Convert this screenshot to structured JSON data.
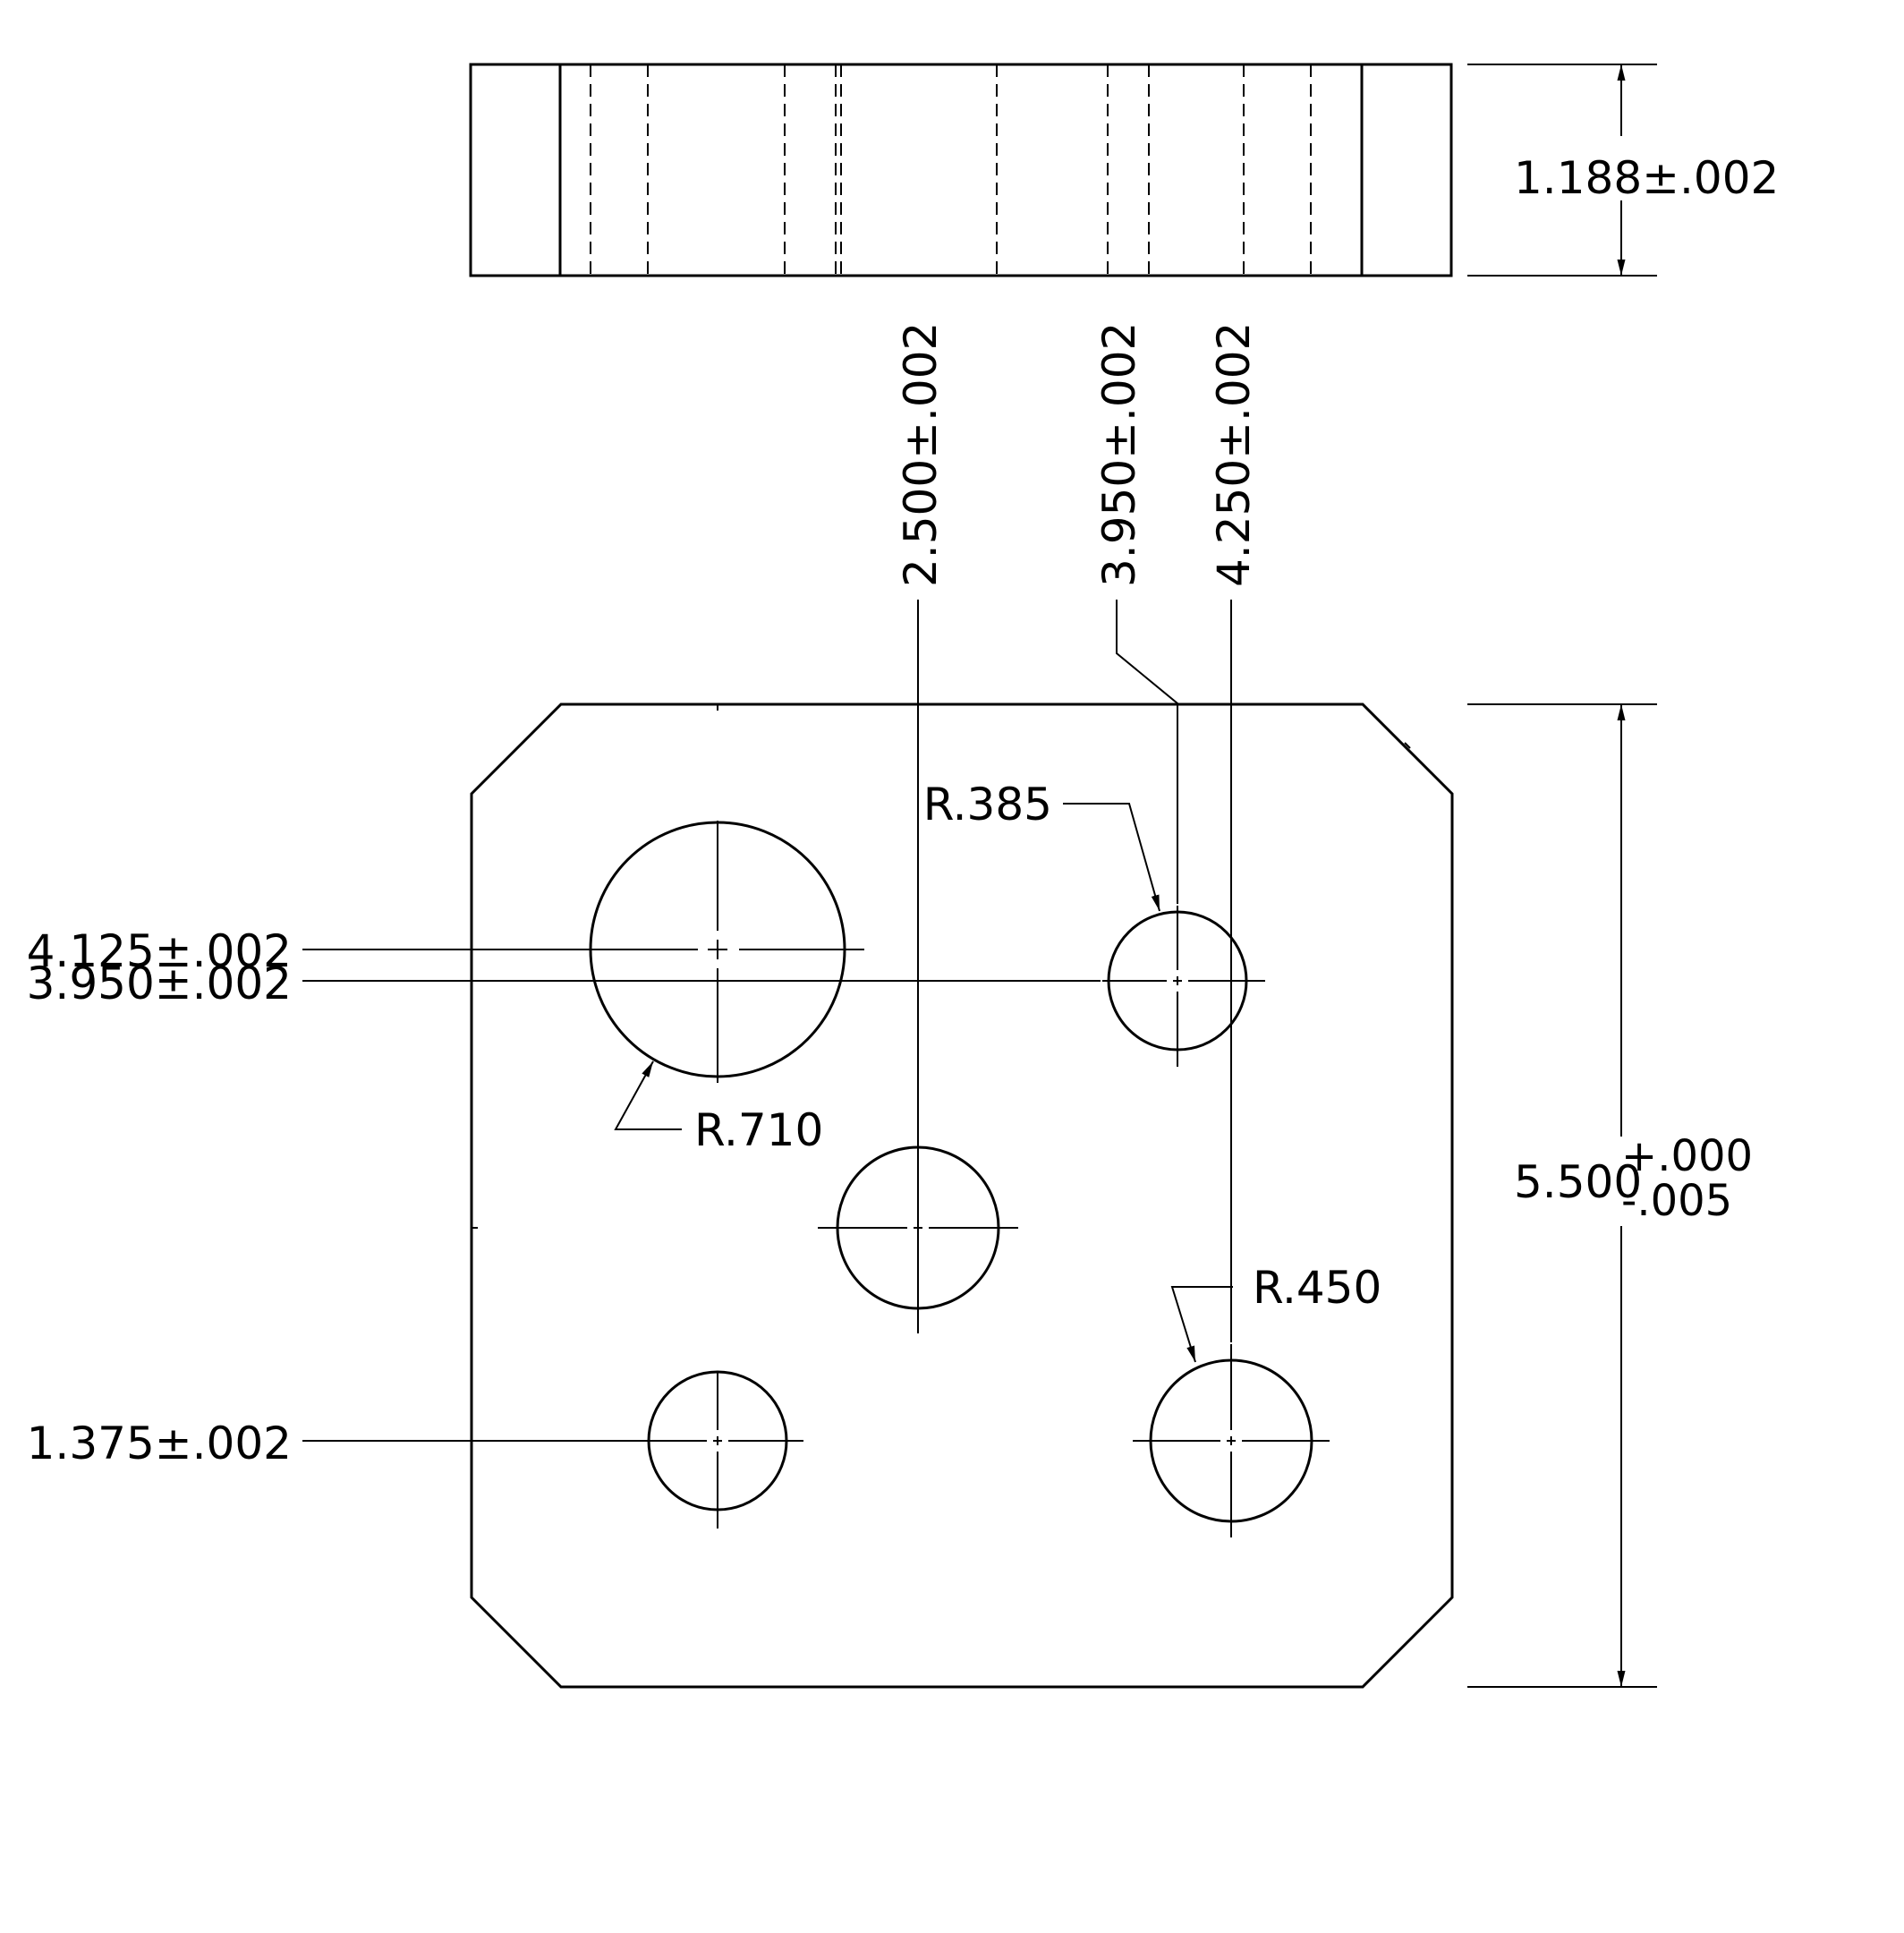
{
  "drawing": {
    "stroke_color": "#000000",
    "background_color": "#ffffff",
    "side_view": {
      "thickness_label": "1.188±.002"
    },
    "top_view": {
      "hole_positions_x": [
        "2.500±.002",
        "3.950±.002",
        "4.250±.002"
      ],
      "hole_positions_y": [
        "4.125±.002",
        "3.950±.002",
        "1.375±.002"
      ],
      "radii": [
        "R.385",
        "R.710",
        "R.450"
      ],
      "height": {
        "nominal": "5.500",
        "upper_tol": "+.000",
        "lower_tol": "-.005"
      }
    }
  }
}
